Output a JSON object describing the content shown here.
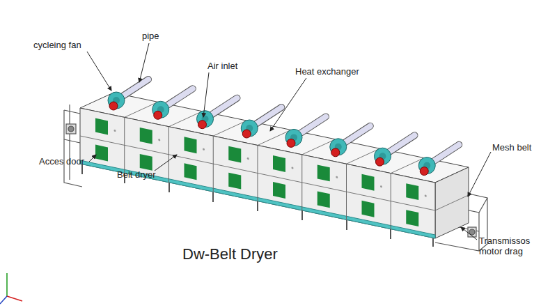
{
  "diagram": {
    "title": "Dw-Belt Dryer",
    "labels": [
      "cycleing fan",
      "pipe",
      "Air inlet",
      "Heat exchanger",
      "Acces door",
      "Belt dryer",
      "Mesh belt",
      "Transmissos motor drag"
    ]
  }
}
